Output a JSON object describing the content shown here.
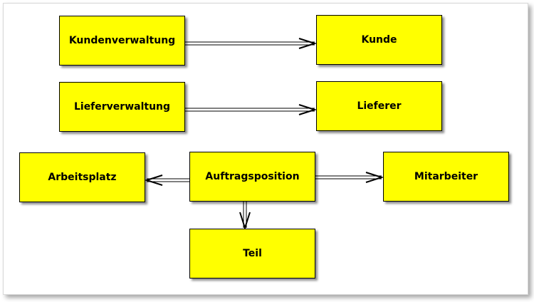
{
  "diagram": {
    "nodes": {
      "kundenverwaltung": "Kundenverwaltung",
      "kunde": "Kunde",
      "lieferverwaltung": "Lieferverwaltung",
      "lieferer": "Lieferer",
      "arbeitsplatz": "Arbeitsplatz",
      "auftragsposition": "Auftragsposition",
      "mitarbeiter": "Mitarbeiter",
      "teil": "Teil"
    },
    "edges": [
      {
        "from": "Kundenverwaltung",
        "to": "Kunde"
      },
      {
        "from": "Lieferverwaltung",
        "to": "Lieferer"
      },
      {
        "from": "Auftragsposition",
        "to": "Arbeitsplatz"
      },
      {
        "from": "Auftragsposition",
        "to": "Mitarbeiter"
      },
      {
        "from": "Auftragsposition",
        "to": "Teil"
      }
    ],
    "colors": {
      "node_fill": "#ffff00",
      "node_border": "#000000",
      "edge": "#000000"
    }
  }
}
